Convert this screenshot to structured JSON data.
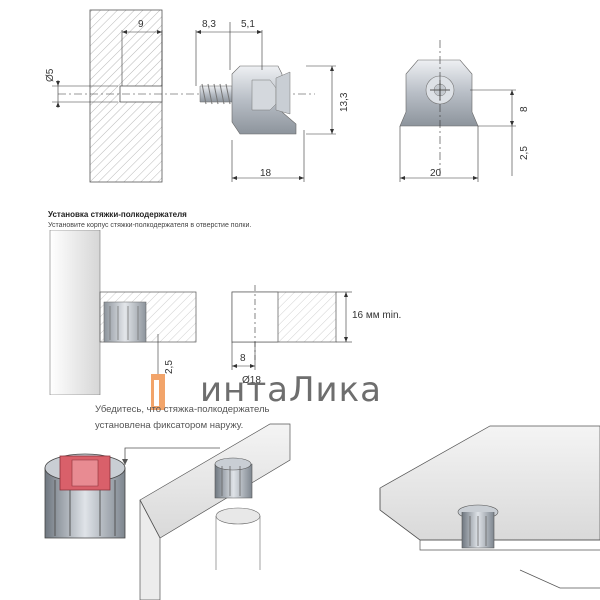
{
  "drawing": {
    "top": {
      "dim_hole_depth": "9",
      "dim_flange": "8,3",
      "dim_thread": "5,1",
      "dim_diameter": "Ø5",
      "dim_height": "13,3",
      "dim_length": "18",
      "dim_front_height": "8",
      "dim_front_offset": "2,5",
      "dim_front_width": "20"
    },
    "section": {
      "title": "Установка стяжки-полкодержателя",
      "subtitle": "Установите корпус стяжки-полкодержателя в отверстие полки.",
      "dim_min_thickness": "16 мм min.",
      "dim_offset": "2,5",
      "dim_edge": "8",
      "dim_bore": "Ø18"
    },
    "note": {
      "line1": "Убедитесь, что стяжка-полкодержатель",
      "line2": "установлена фиксатором наружу."
    },
    "brand": {
      "name": "интаЛика"
    },
    "colors": {
      "line": "#333333",
      "hatch": "#9a9a9a",
      "metal": "#b8bec6",
      "accent_red": "#d9606a",
      "brand_orange": "#f2a46a"
    }
  }
}
